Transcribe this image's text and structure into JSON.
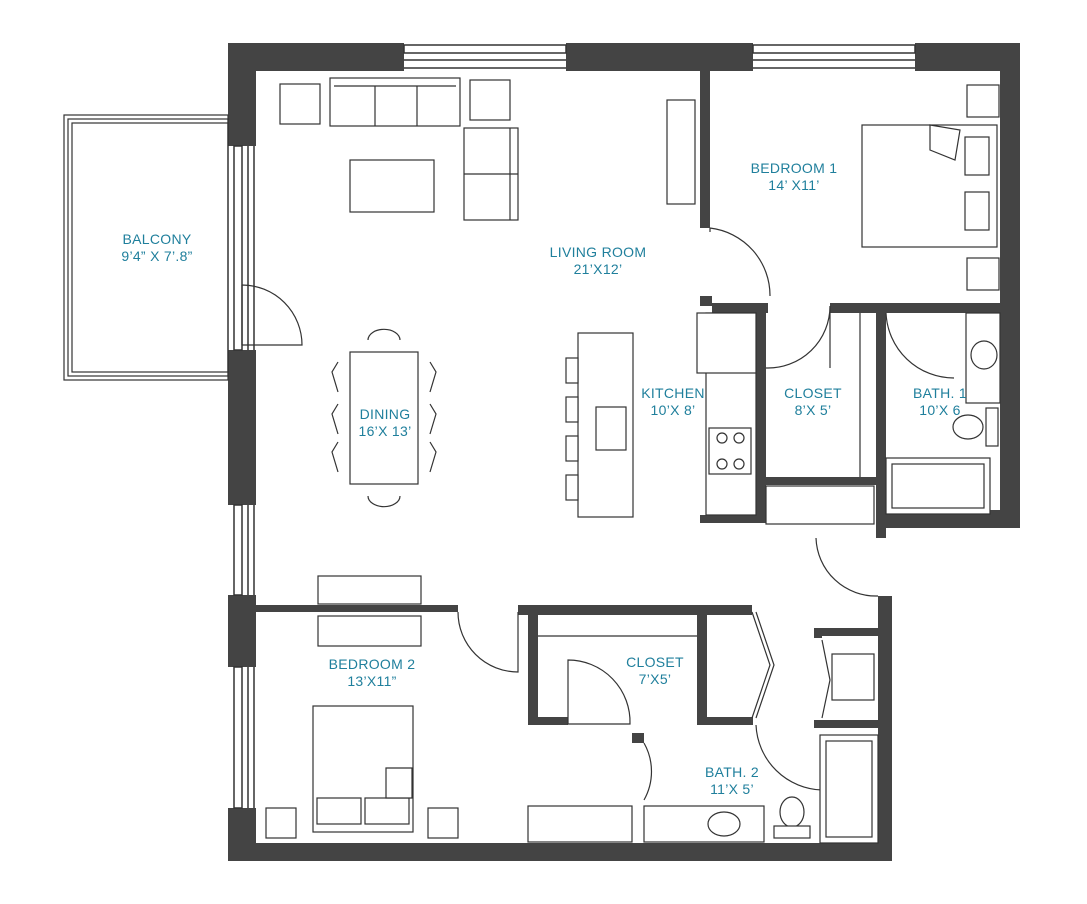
{
  "colors": {
    "wall": "#444444",
    "furniture": "#333333",
    "label": "#1f7f9c",
    "background": "#ffffff"
  },
  "rooms": {
    "balcony": {
      "name": "BALCONY",
      "dims": "9’4” X 7’.8”"
    },
    "living_room": {
      "name": "LIVING ROOM",
      "dims": "21’X12’"
    },
    "bedroom_1": {
      "name": "BEDROOM 1",
      "dims": "14’ X11’"
    },
    "dining": {
      "name": "DINING",
      "dims": "16’X 13’"
    },
    "kitchen": {
      "name": "KITCHEN",
      "dims": "10’X 8’"
    },
    "closet_1": {
      "name": "CLOSET",
      "dims": "8’X 5’"
    },
    "bath_1": {
      "name": "BATH. 1",
      "dims": "10’X 6"
    },
    "bedroom_2": {
      "name": "BEDROOM 2",
      "dims": "13’X11”"
    },
    "closet_2": {
      "name": "CLOSET",
      "dims": "7’X5’"
    },
    "bath_2": {
      "name": "BATH. 2",
      "dims": "11’X 5’"
    }
  }
}
